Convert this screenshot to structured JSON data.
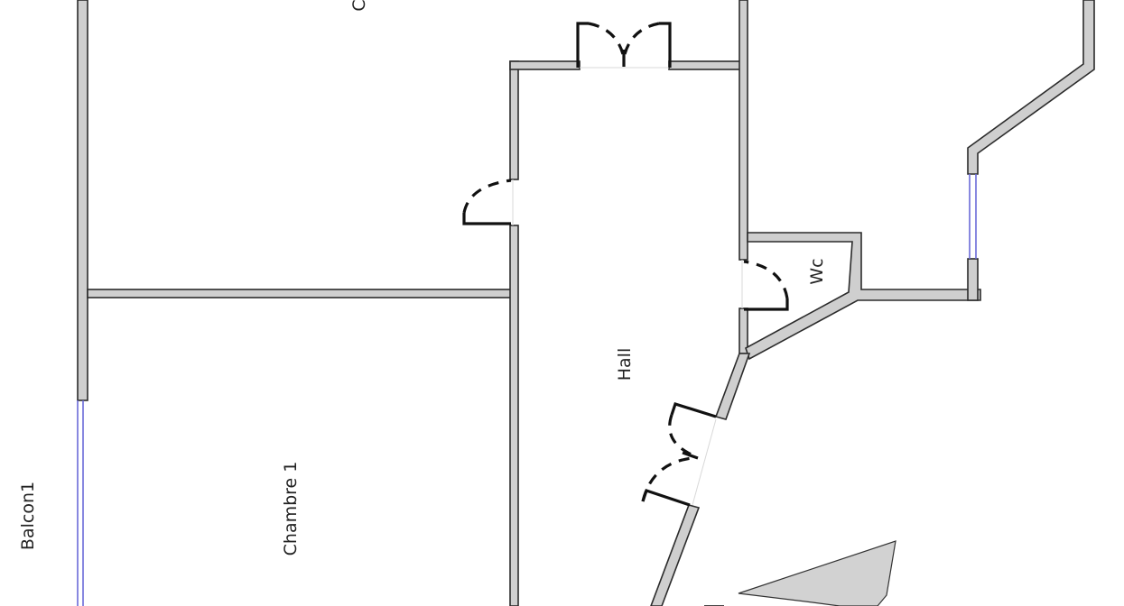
{
  "rooms": {
    "chambre_top": "C",
    "hall": "Hall",
    "wc": "Wc",
    "chambre_1": "Chambre 1",
    "balcon": "Balcon1"
  },
  "colors": {
    "wall_fill": "#cfcfcf",
    "wall_stroke": "#2b2b2b",
    "window": "#6b6bd8",
    "door": "#111111",
    "background": "#ffffff"
  }
}
